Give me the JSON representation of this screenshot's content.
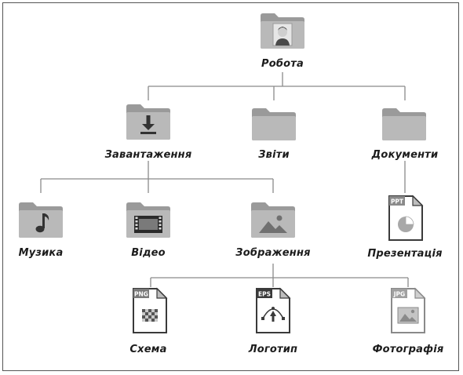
{
  "root": {
    "label": "Робота",
    "icon": "user-folder-icon"
  },
  "level1": [
    {
      "label": "Завантаження",
      "icon": "download-folder-icon"
    },
    {
      "label": "Звіти",
      "icon": "folder-icon"
    },
    {
      "label": "Документи",
      "icon": "folder-icon"
    }
  ],
  "level2": [
    {
      "label": "Музика",
      "icon": "music-folder-icon"
    },
    {
      "label": "Відео",
      "icon": "video-folder-icon"
    },
    {
      "label": "Зображення",
      "icon": "image-folder-icon"
    },
    {
      "label": "Презентація",
      "icon": "ppt-file-icon",
      "badge": "PPT"
    }
  ],
  "level3": [
    {
      "label": "Схема",
      "icon": "png-file-icon",
      "badge": "PNG"
    },
    {
      "label": "Логотип",
      "icon": "eps-file-icon",
      "badge": "EPS"
    },
    {
      "label": "Фотографія",
      "icon": "jpg-file-icon",
      "badge": "JPG"
    }
  ],
  "colors": {
    "folder_back": "#9a9a9a",
    "folder_front": "#b9b9b9",
    "line": "#8a8a8a",
    "file_dark": "#3a3a3a"
  }
}
